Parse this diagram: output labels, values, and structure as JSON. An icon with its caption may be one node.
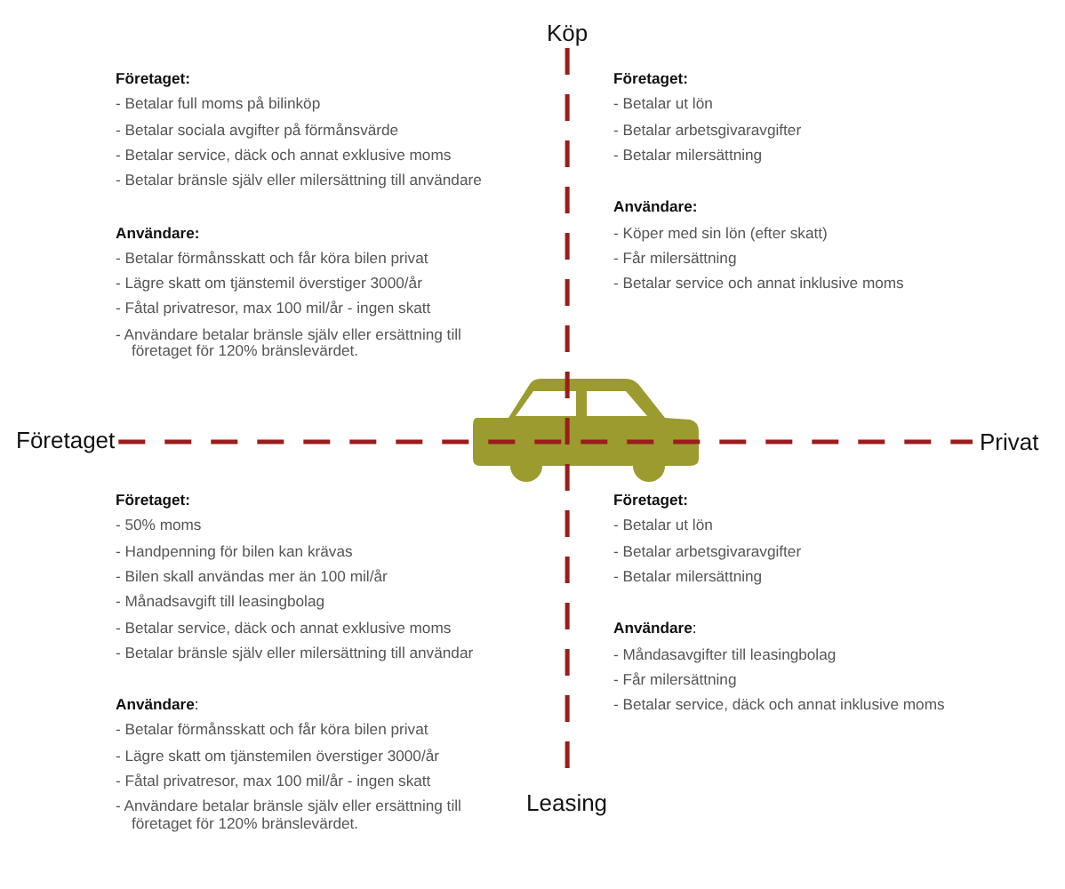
{
  "diagram": {
    "nodes": [
      {
        "text": [
          "Köp"
        ]
      },
      {
        "text": [
          "Företaget"
        ]
      },
      {
        "text": [
          "Privat"
        ]
      },
      {
        "text": [
          "Leasing"
        ]
      }
    ],
    "edges": [
      {
        "from": 0,
        "to": 3,
        "arrow": "none",
        "style": "dashed"
      },
      {
        "from": 1,
        "to": 2,
        "arrow": "none",
        "style": "dashed"
      }
    ],
    "labels": [
      "Företaget:",
      "- Betalar full moms på bilinköp",
      "- Betalar sociala avgifter på förmånsvärde",
      "- Betalar service, däck och annat exklusive moms",
      "- Betalar bränsle själv eller milersättning till användare",
      "Användare:",
      "- Betalar förmånsskatt och får köra bilen privat",
      "- Lägre skatt om tjänstemil överstiger 3000/år",
      "- Fåtal privatresor, max 100 mil/år - ingen skatt",
      "- Användare betalar bränsle själv eller ersättning till företaget för 120% bränslevärdet.",
      "Företaget:",
      "- Betalar ut lön",
      "- Betalar arbetsgivaravgifter",
      "- Betalar milersättning",
      "Användare:",
      "- Köper med sin lön (efter skatt)",
      "- Får milersättning",
      "- Betalar service och annat inklusive moms",
      "Företaget:",
      "- 50% moms",
      "- Handpenning för bilen kan krävas",
      "- Bilen skall användas mer än 100 mil/år",
      "- Månadsavgift till leasingbolag",
      "- Betalar service, däck och annat exklusive moms",
      "- Betalar bränsle själv eller milersättning till användar",
      "**Användare**:",
      "- Betalar förmånsskatt och får köra bilen privat",
      "- Lägre skatt om tjänstemilen överstiger 3000/år",
      "- Fåtal privatresor, max 100 mil/år - ingen skatt",
      "- Användare betalar bränsle själv eller ersättning till företaget för 120% bränslevärdet.",
      "Företaget:",
      "- Betalar ut lön",
      "- Betalar arbetsgivaravgifter",
      "- Betalar milersättning",
      "**Användare**:",
      "- Måndasavgifter till leasingbolag",
      "- Får milersättning",
      "- Betalar service, däck och annat inklusive moms"
    ]
  }
}
